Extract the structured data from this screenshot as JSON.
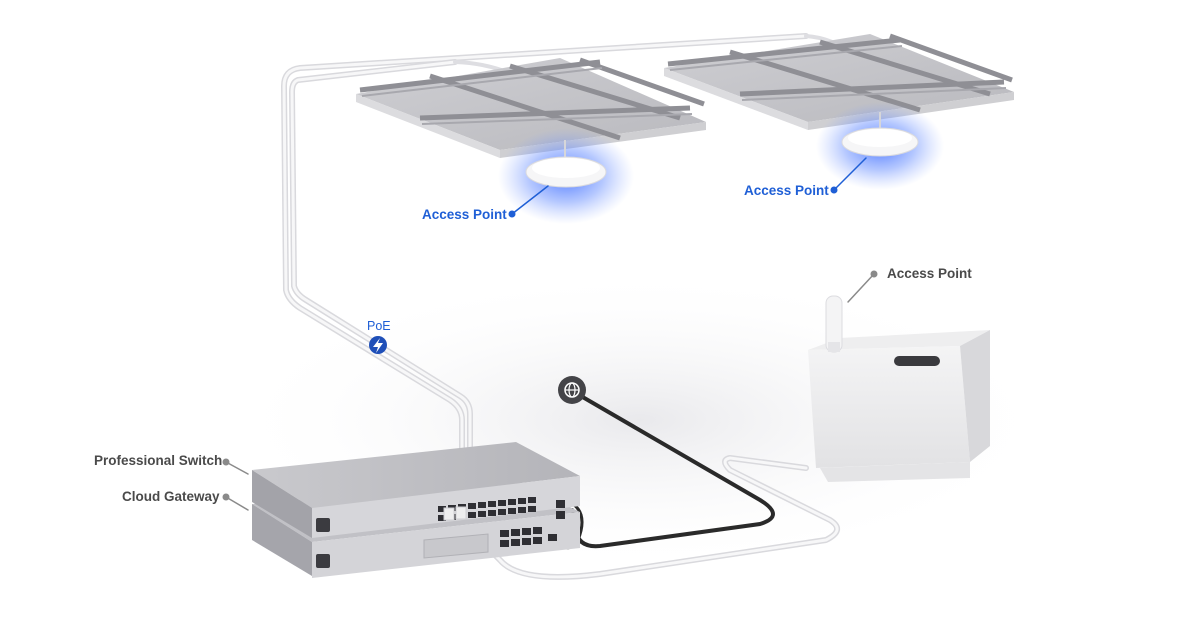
{
  "labels": {
    "ap_ceiling_left": "Access Point",
    "ap_ceiling_right": "Access Point",
    "ap_outdoor": "Access Point",
    "professional_switch": "Professional Switch",
    "cloud_gateway": "Cloud Gateway",
    "poe": "PoE"
  },
  "icons": {
    "poe": "lightning-bolt-icon",
    "internet": "globe-icon"
  },
  "colors": {
    "accent": "#1f5fd6",
    "ap_glow": "#3d6cff",
    "label_gray": "#4a4a4a",
    "leader_dot": "#8a8a8a",
    "cable_white": "#e6e6e6",
    "cable_black": "#2a2a2a"
  }
}
